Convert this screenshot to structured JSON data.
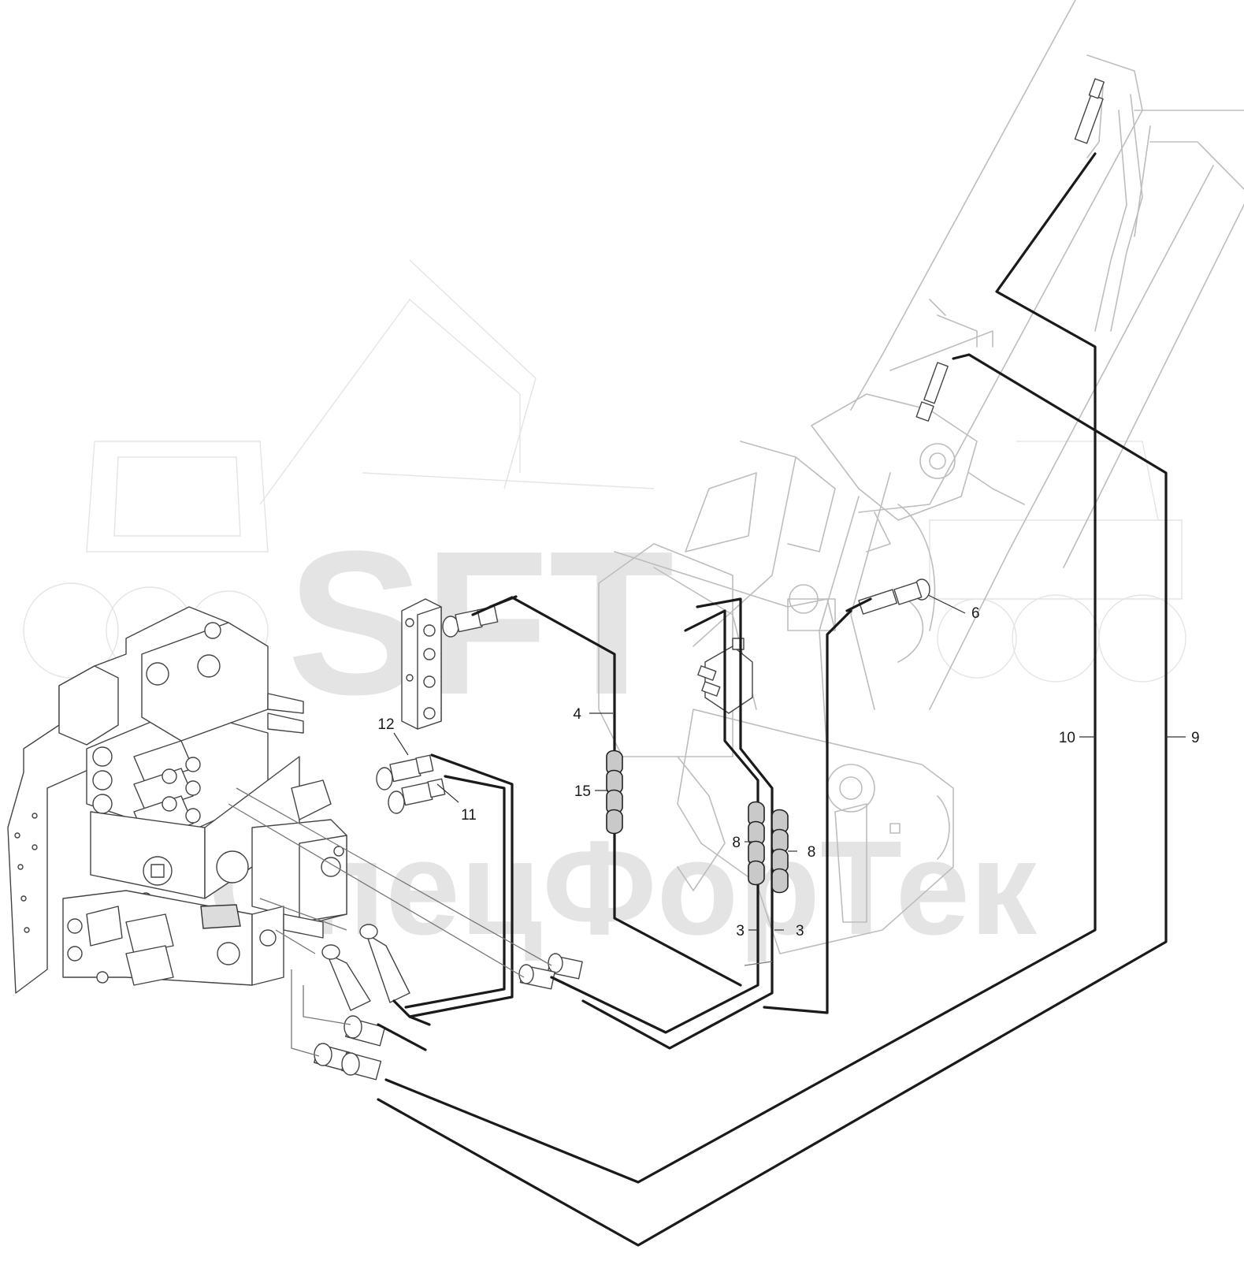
{
  "watermark": {
    "brand": "SFT",
    "subtitle": "СпецФорТек"
  },
  "callouts": [
    {
      "id": "c3a",
      "label": "3"
    },
    {
      "id": "c3b",
      "label": "3"
    },
    {
      "id": "c4",
      "label": "4"
    },
    {
      "id": "c6",
      "label": "6"
    },
    {
      "id": "c8a",
      "label": "8"
    },
    {
      "id": "c8b",
      "label": "8"
    },
    {
      "id": "c9",
      "label": "9"
    },
    {
      "id": "c10",
      "label": "10"
    },
    {
      "id": "c11",
      "label": "11"
    },
    {
      "id": "c12",
      "label": "12"
    },
    {
      "id": "c15",
      "label": "15"
    }
  ]
}
